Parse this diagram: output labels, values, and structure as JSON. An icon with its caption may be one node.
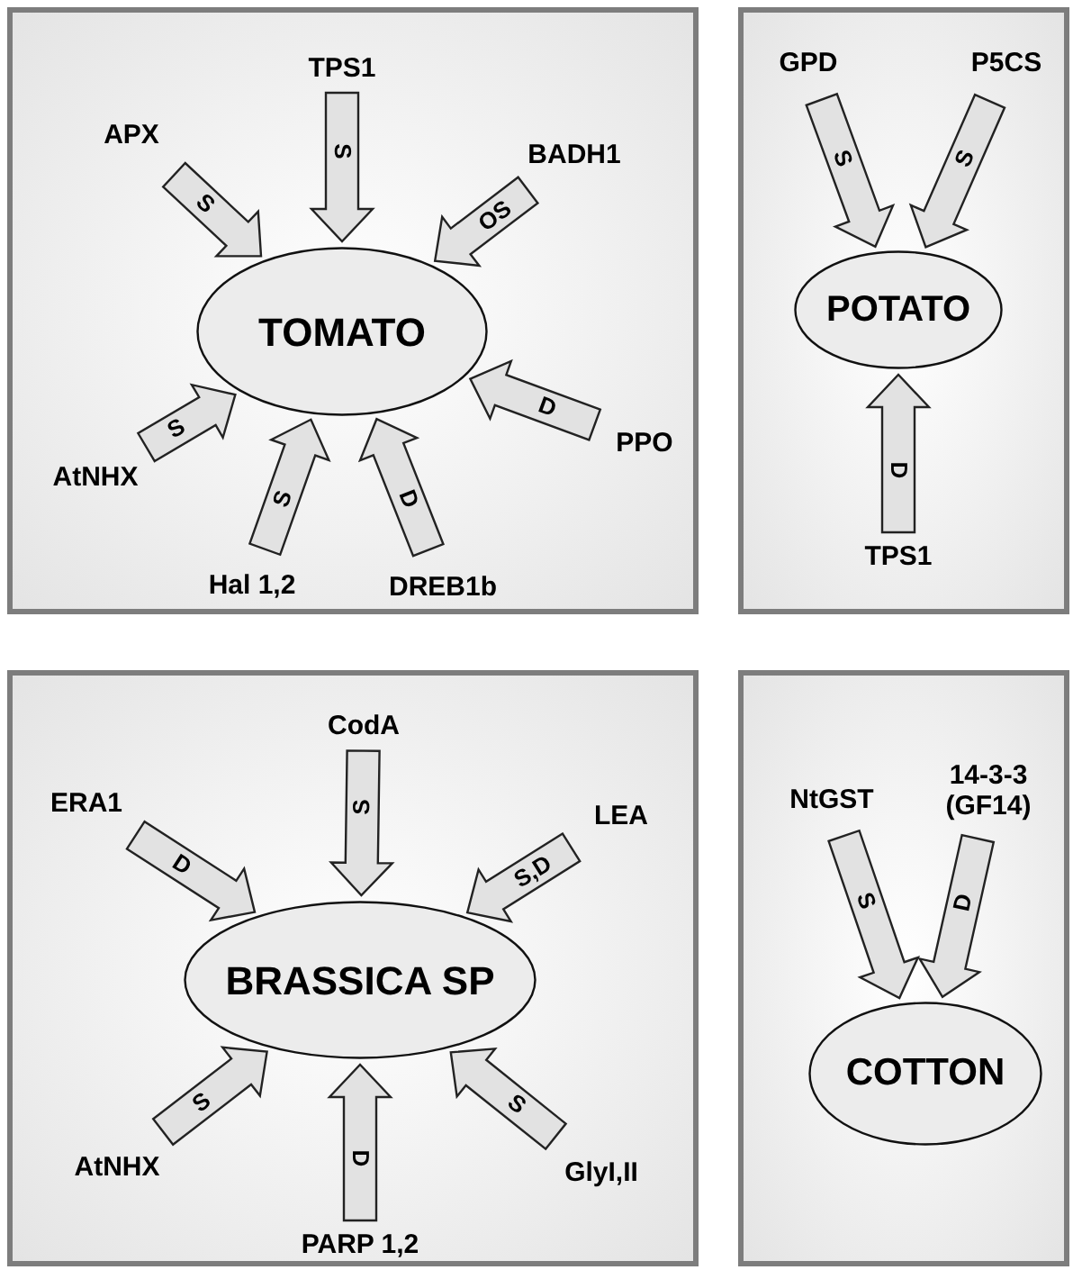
{
  "diagram": {
    "nodes": [
      {
        "text": [],
        "shape": "box"
      },
      {
        "text": [
          "TOMATO"
        ],
        "in": 0
      },
      {
        "text": [
          "TPS1"
        ],
        "in": 0
      },
      {
        "text": [
          "APX"
        ],
        "in": 0
      },
      {
        "text": [
          "BADH1"
        ],
        "in": 0
      },
      {
        "text": [
          "AtNHX"
        ],
        "in": 0
      },
      {
        "text": [
          "PPO"
        ],
        "in": 0
      },
      {
        "text": [
          "Hal 1,2"
        ],
        "in": 0
      },
      {
        "text": [
          "DREB1b"
        ],
        "in": 0
      },
      {
        "text": [],
        "shape": "box"
      },
      {
        "text": [
          "POTATO"
        ],
        "in": 9
      },
      {
        "text": [
          "GPD"
        ],
        "in": 9
      },
      {
        "text": [
          "P5CS"
        ],
        "in": 9
      },
      {
        "text": [
          "TPS1"
        ],
        "in": 9
      },
      {
        "text": [],
        "shape": "box"
      },
      {
        "text": [
          "BRASSICA SP"
        ],
        "in": 14
      },
      {
        "text": [
          "CodA"
        ],
        "in": 14
      },
      {
        "text": [
          "ERA1"
        ],
        "in": 14
      },
      {
        "text": [
          "LEA"
        ],
        "in": 14
      },
      {
        "text": [
          "AtNHX"
        ],
        "in": 14
      },
      {
        "text": [
          "GlyI,II"
        ],
        "in": 14
      },
      {
        "text": [
          "PARP 1,2"
        ],
        "in": 14
      },
      {
        "text": [],
        "shape": "box"
      },
      {
        "text": [
          "COTTON"
        ],
        "in": 22
      },
      {
        "text": [
          "NtGST"
        ],
        "in": 22
      },
      {
        "text": [
          "14-3-3 (GF14)"
        ],
        "in": 22
      }
    ],
    "edges": [
      {
        "from": 2,
        "to": 1,
        "arrow": "to",
        "label": "S"
      },
      {
        "from": 3,
        "to": 1,
        "arrow": "to",
        "label": "S"
      },
      {
        "from": 4,
        "to": 1,
        "arrow": "to",
        "label": "OS"
      },
      {
        "from": 5,
        "to": 1,
        "arrow": "to",
        "label": "S"
      },
      {
        "from": 6,
        "to": 1,
        "arrow": "to",
        "label": "D"
      },
      {
        "from": 7,
        "to": 1,
        "arrow": "to",
        "label": "S"
      },
      {
        "from": 8,
        "to": 1,
        "arrow": "to",
        "label": "D"
      },
      {
        "from": 11,
        "to": 10,
        "arrow": "to",
        "label": "S"
      },
      {
        "from": 12,
        "to": 10,
        "arrow": "to",
        "label": "S"
      },
      {
        "from": 13,
        "to": 10,
        "arrow": "to",
        "label": "D"
      },
      {
        "from": 16,
        "to": 15,
        "arrow": "to",
        "label": "S"
      },
      {
        "from": 17,
        "to": 15,
        "arrow": "to",
        "label": "D"
      },
      {
        "from": 18,
        "to": 15,
        "arrow": "to",
        "label": "S,D"
      },
      {
        "from": 19,
        "to": 15,
        "arrow": "to",
        "label": "S"
      },
      {
        "from": 20,
        "to": 15,
        "arrow": "to",
        "label": "S"
      },
      {
        "from": 21,
        "to": 15,
        "arrow": "to",
        "label": "D"
      },
      {
        "from": 24,
        "to": 23,
        "arrow": "to",
        "label": "S"
      },
      {
        "from": 25,
        "to": 23,
        "arrow": "to",
        "label": "D"
      }
    ]
  }
}
